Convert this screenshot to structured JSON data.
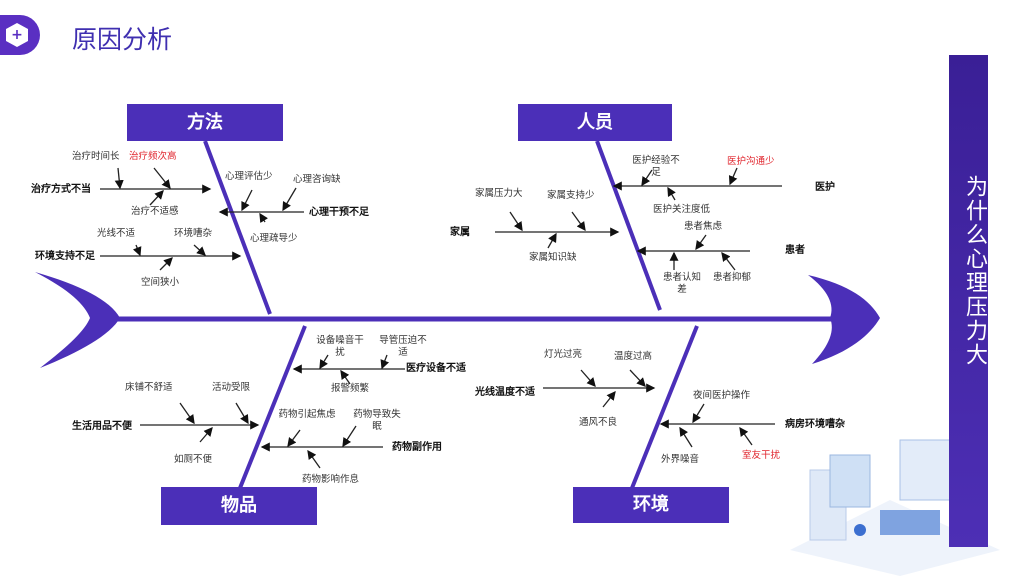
{
  "header": {
    "title": "原因分析",
    "logo_icon": "hospital-cross-hex-icon"
  },
  "side_title": "为什么心理压力大",
  "colors": {
    "accent": "#4b2fb8",
    "highlight": "#e0242c"
  },
  "categories": {
    "method": {
      "label": "方法",
      "branches": [
        {
          "label": "治疗方式不当",
          "causes": [
            "治疗时间长",
            "治疗频次高",
            "治疗不适感"
          ]
        },
        {
          "label": "心理干预不足",
          "causes": [
            "心理评估少",
            "心理咨询缺",
            "心理疏导少"
          ]
        },
        {
          "label": "环境支持不足",
          "causes": [
            "光线不适",
            "环境嘈杂",
            "空间狭小"
          ]
        }
      ]
    },
    "people": {
      "label": "人员",
      "branches": [
        {
          "label": "医护",
          "causes": [
            "医护经验不足",
            "医护沟通少",
            "医护关注度低"
          ]
        },
        {
          "label": "家属",
          "causes": [
            "家属压力大",
            "家属支持少",
            "家属知识缺"
          ]
        },
        {
          "label": "患者",
          "causes": [
            "患者焦虑",
            "患者认知差",
            "患者抑郁"
          ]
        }
      ]
    },
    "items": {
      "label": "物品",
      "branches": [
        {
          "label": "医疗设备不适",
          "causes": [
            "设备噪音干扰",
            "导管压迫不适",
            "报警频繁"
          ]
        },
        {
          "label": "生活用品不便",
          "causes": [
            "床铺不舒适",
            "活动受限",
            "如厕不便"
          ]
        },
        {
          "label": "药物副作用",
          "causes": [
            "药物引起焦虑",
            "药物导致失眠",
            "药物影响作息"
          ]
        }
      ]
    },
    "environment": {
      "label": "环境",
      "branches": [
        {
          "label": "光线温度不适",
          "causes": [
            "灯光过亮",
            "温度过高",
            "通风不良"
          ]
        },
        {
          "label": "病房环境嘈杂",
          "causes": [
            "夜间医护操作",
            "外界噪音",
            "室友干扰"
          ]
        }
      ]
    }
  }
}
